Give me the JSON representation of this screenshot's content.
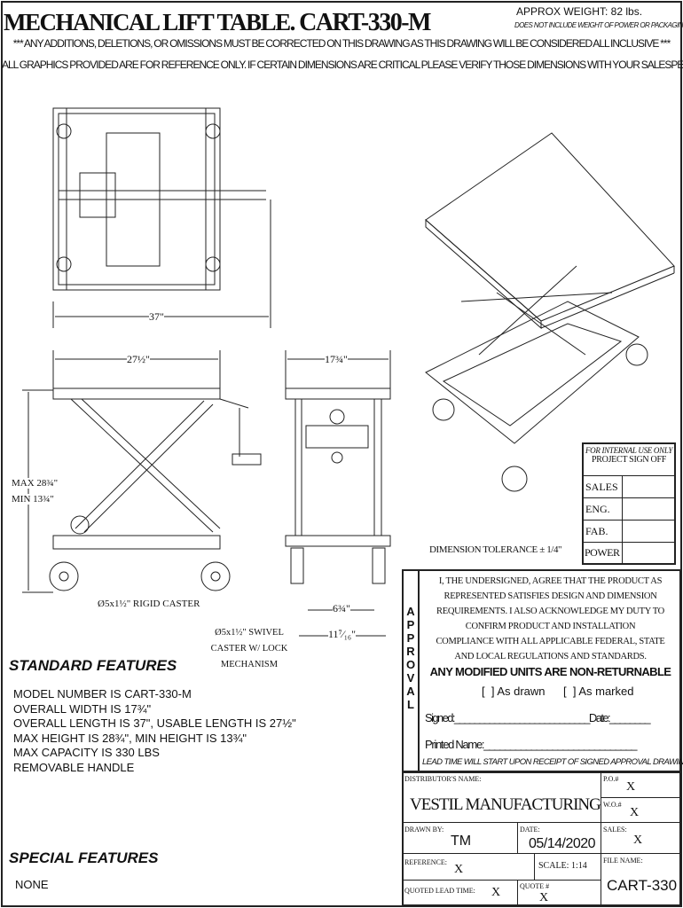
{
  "header": {
    "title": "MECHANICAL LIFT TABLE.",
    "model": "CART-330-M",
    "weight": "APPROX WEIGHT: 82 lbs.",
    "weight_note": "DOES NOT INCLUDE WEIGHT OF POWER OR PACKAGING!!",
    "notice1": "*** ANY ADDITIONS, DELETIONS, OR OMISSIONS MUST BE CORRECTED ON THIS DRAWING AS THIS DRAWING WILL BE CONSIDERED ALL INCLUSIVE ***",
    "notice2": "ALL GRAPHICS PROVIDED ARE FOR REFERENCE ONLY. IF CERTAIN DIMENSIONS ARE CRITICAL PLEASE VERIFY THOSE DIMENSIONS WITH YOUR SALESPERSON"
  },
  "dimensions": {
    "length": "37\"",
    "usable": "27½\"",
    "width": "17¾\"",
    "max": "MAX 28¾\"",
    "min": "MIN 13¾\"",
    "rigid": "Ø5x1½\" RIGID CASTER",
    "swivel": [
      "Ø5x1½\" SWIVEL",
      "CASTER W/ LOCK",
      "MECHANISM"
    ],
    "inner": "6¾\"",
    "outer": "11⁷⁄₁₆\"",
    "tolerance": "DIMENSION TOLERANCE ± 1/4\""
  },
  "standard_features": {
    "heading": "STANDARD FEATURES",
    "items": [
      "MODEL NUMBER IS CART-330-M",
      "OVERALL WIDTH IS 17¾\"",
      "OVERALL LENGTH IS 37\", USABLE LENGTH IS 27½\"",
      "MAX HEIGHT IS 28¾\", MIN HEIGHT IS 13¾\"",
      "MAX CAPACITY IS 330 LBS",
      "REMOVABLE HANDLE"
    ]
  },
  "special_features": {
    "heading": "SPECIAL FEATURES",
    "items": [
      "NONE"
    ]
  },
  "signoff": {
    "internal": "FOR INTERNAL USE ONLY",
    "title": "PROJECT SIGN OFF",
    "rows": [
      "SALES",
      "ENG.",
      "FAB.",
      "POWER"
    ]
  },
  "approval": {
    "side": "APPROVAL",
    "text": [
      "I, THE UNDERSIGNED, AGREE THAT THE PRODUCT AS",
      "REPRESENTED SATISFIES DESIGN AND DIMENSION",
      "REQUIREMENTS. I ALSO ACKNOWLEDGE MY DUTY TO",
      "CONFIRM PRODUCT AND INSTALLATION",
      "COMPLIANCE WITH ALL APPLICABLE FEDERAL, STATE",
      "AND LOCAL REGULATIONS AND STANDARDS."
    ],
    "warning": "ANY MODIFIED UNITS ARE NON-RETURNABLE",
    "opt_drawn": "[  ] As drawn",
    "opt_marked": "[  ] As marked",
    "signed": "Signed:___________________________Date:________",
    "printed": "Printed Name:_____________________________",
    "lead": "LEAD TIME WILL START UPON RECEIPT OF SIGNED APPROVAL DRAWING"
  },
  "titleblock": {
    "dist_label": "DISTRIBUTOR'S NAME:",
    "dist": "VESTIL MANUFACTURING",
    "po_label": "P.O.#",
    "po": "X",
    "wo_label": "W.O.#",
    "wo": "X",
    "drawn_label": "DRAWN BY:",
    "drawn": "TM",
    "date_label": "DATE:",
    "date": "05/14/2020",
    "sales_label": "SALES:",
    "sales": "X",
    "ref_label": "REFERENCE:",
    "ref": "X",
    "scale": "SCALE: 1:14",
    "file_label": "FILE NAME:",
    "file": "CART-330",
    "lead_label": "QUOTED LEAD TIME:",
    "lead": "X",
    "quote_label": "QUOTE #",
    "quote": "X"
  }
}
